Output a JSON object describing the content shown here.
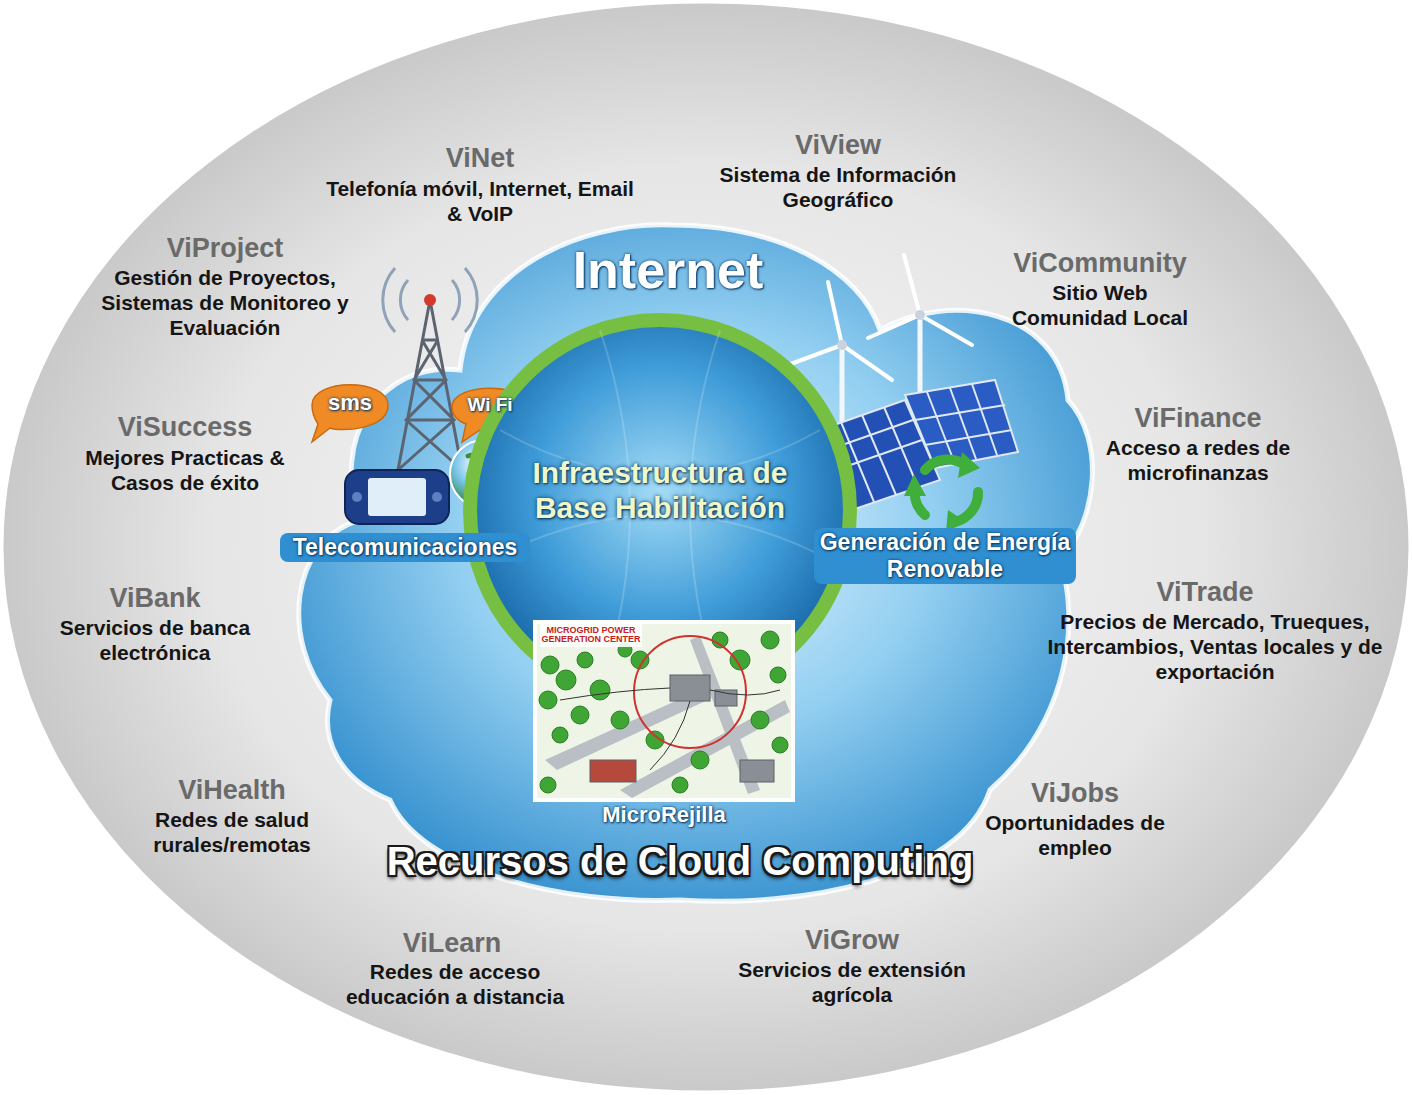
{
  "diagram": {
    "nodes": [
      {
        "text": [
          "Internet",
          "Recursos de Cloud Computing"
        ]
      },
      {
        "text": [
          "Infraestructura de Base Habilitación"
        ],
        "in": 0
      },
      {
        "text": [
          "MicroRejilla"
        ],
        "in": 0
      }
    ],
    "labels": [
      "ViNet",
      "Telefonía móvil, Internet, Email & VoIP",
      "ViView",
      "Sistema de Información Geográfico",
      "ViProject",
      "Gestión de Proyectos, Sistemas de Monitoreo y Evaluación",
      "ViCommunity",
      "Sitio Web Comunidad Local",
      "ViSuccess",
      "Mejores Practicas & Casos de éxito",
      "ViFinance",
      "Acceso a redes de microfinanzas",
      "Telecomunicaciones",
      "Generación de Energía Renovable",
      "ViBank",
      "Servicios de banca electrónica",
      "ViTrade",
      "Precios de Mercado, Trueques, Intercambios, Ventas locales y de exportación",
      "MICROGRID POWER GENERATION CENTER",
      "ViHealth",
      "Redes de salud rurales/remotas",
      "ViJobs",
      "Oportunidades de empleo",
      "ViLearn",
      "Redes de acceso educación a distancia",
      "ViGrow",
      "Servicios de extensión agrícola",
      "sms",
      "Wi Fi"
    ]
  }
}
